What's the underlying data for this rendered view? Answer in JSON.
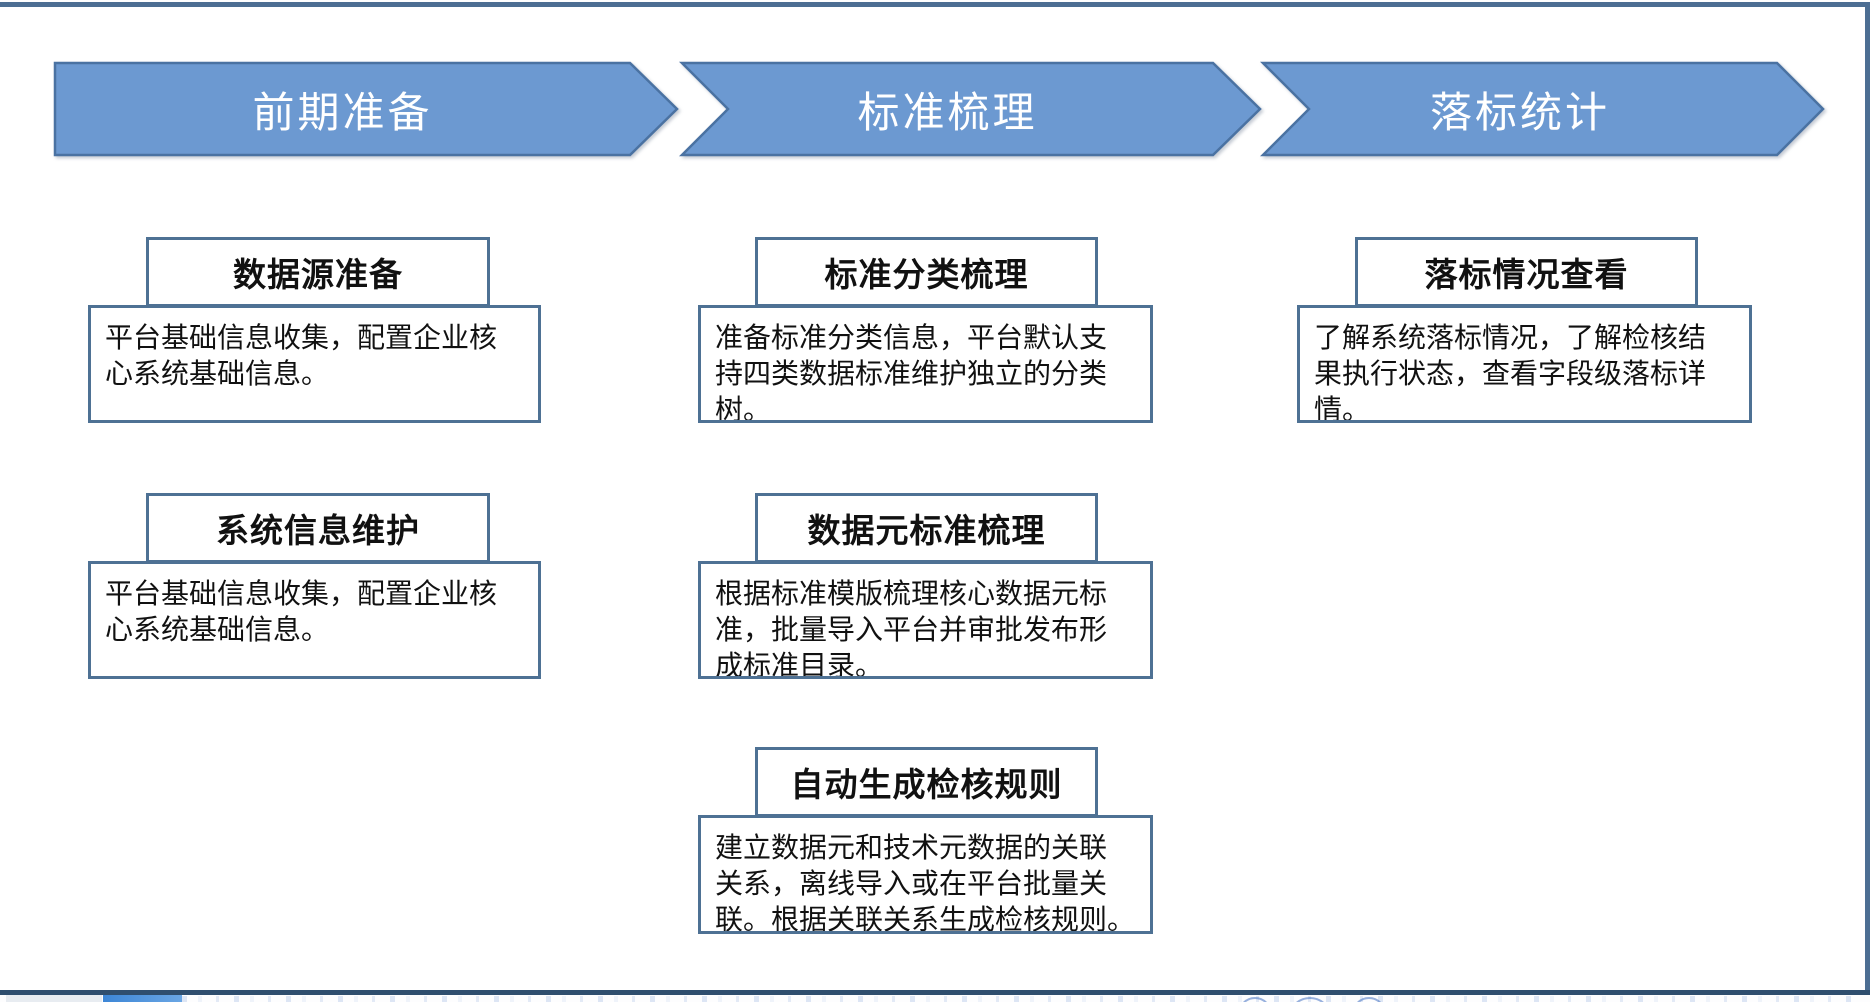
{
  "banner": {
    "fill_color": "#6C99D1",
    "border_color": "#4A72A2",
    "text_color": "#ffffff",
    "phases": [
      {
        "label": "前期准备"
      },
      {
        "label": "标准梳理"
      },
      {
        "label": "落标统计"
      }
    ]
  },
  "cards": {
    "border_color": "#4E7194",
    "columns": [
      {
        "phase": "前期准备",
        "items": [
          {
            "title": "数据源准备",
            "body": "平台基础信息收集，配置企业核\n心系统基础信息。"
          },
          {
            "title": "系统信息维护",
            "body": "平台基础信息收集，配置企业核\n心系统基础信息。"
          }
        ]
      },
      {
        "phase": "标准梳理",
        "items": [
          {
            "title": "标准分类梳理",
            "body": "准备标准分类信息，平台默认支\n持四类数据标准维护独立的分类\n树。"
          },
          {
            "title": "数据元标准梳理",
            "body": "根据标准模版梳理核心数据元标\n准，批量导入平台并审批发布形\n成标准目录。"
          },
          {
            "title": "自动生成检核规则",
            "body": "建立数据元和技术元数据的关联\n关系，离线导入或在平台批量关\n联。根据关联关系生成检核规则。"
          }
        ]
      },
      {
        "phase": "落标统计",
        "items": [
          {
            "title": "落标情况查看",
            "body": "了解系统落标情况，了解检核结\n果执行状态，查看字段级落标详\n情。"
          }
        ]
      }
    ]
  },
  "frame": {
    "top_border_color": "#4C6E93",
    "right_border_color": "#4C6E93",
    "bottom_bar_color": "#2F4E6E",
    "next_slide_accent_color": "#3D86D6"
  }
}
